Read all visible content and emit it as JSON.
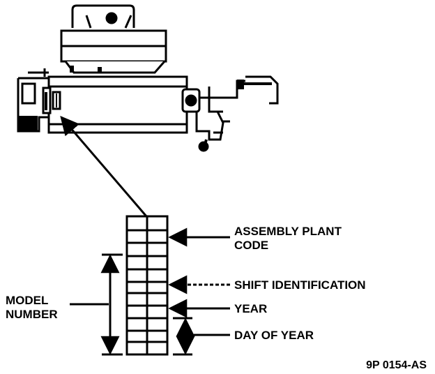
{
  "labels": {
    "assembly_plant_line1": "ASSEMBLY PLANT",
    "assembly_plant_line2": "CODE",
    "shift_identification": "SHIFT IDENTIFICATION",
    "year": "YEAR",
    "day_of_year": "DAY OF YEAR",
    "model_line1": "MODEL",
    "model_line2": "NUMBER"
  },
  "figure_number": "9P  0154-AS",
  "colors": {
    "ink": "#000000",
    "background": "#ffffff"
  }
}
